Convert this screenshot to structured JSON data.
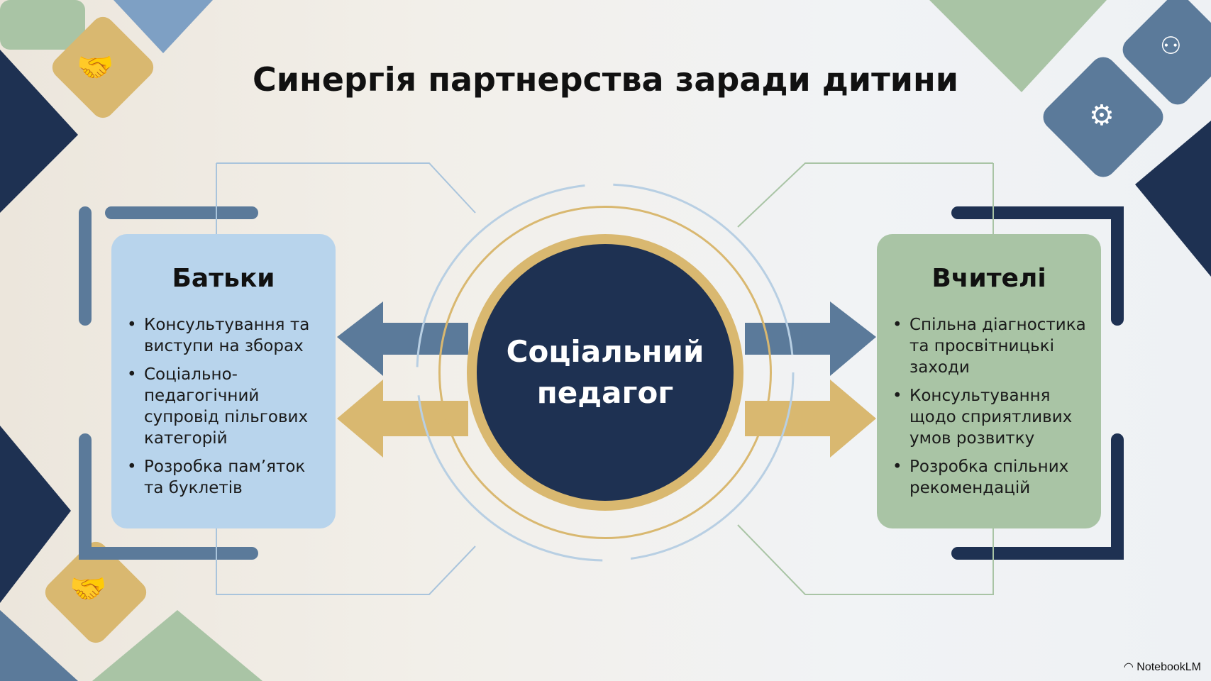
{
  "title": "Синергія партнерства заради дитини",
  "center": {
    "line1": "Соціальний",
    "line2": "педагог"
  },
  "parents": {
    "heading": "Батьки",
    "items": [
      "Консультування та виступи на зборах",
      "Соціально-педагогічний супровід пільгових категорій",
      "Розробка пам’яток та буклетів"
    ]
  },
  "teachers": {
    "heading": "Вчителі",
    "items": [
      "Спільна діагностика та просвітницькі заходи",
      "Консультування щодо сприятливих умов розвитку",
      "Розробка спільних рекомендацій"
    ]
  },
  "watermark": "NotebookLM",
  "colors": {
    "navy": "#1e3152",
    "gold": "#d9b870",
    "blue": "#b8d4ec",
    "green": "#a9c4a5",
    "slate": "#5b7a9a"
  }
}
